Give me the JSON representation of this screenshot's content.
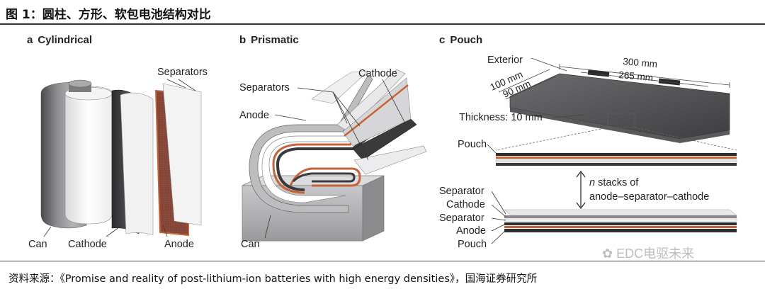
{
  "figure_title": "图 1：圆柱、方形、软包电池结构对比",
  "panels": {
    "a": {
      "letter": "a",
      "title": "Cylindrical",
      "labels": {
        "separators": "Separators",
        "can": "Can",
        "cathode": "Cathode",
        "anode": "Anode"
      }
    },
    "b": {
      "letter": "b",
      "title": "Prismatic",
      "labels": {
        "cathode": "Cathode",
        "separators": "Separators",
        "anode": "Anode",
        "can": "Can"
      }
    },
    "c": {
      "letter": "c",
      "title": "Pouch",
      "labels": {
        "exterior": "Exterior",
        "dim_300": "300 mm",
        "dim_265": "265 mm",
        "dim_100": "100 mm",
        "dim_90": "90 mm",
        "thickness": "Thickness: 10 mm",
        "pouch_top": "Pouch",
        "n_stacks_italic": "n",
        "n_stacks_rest": "stacks of",
        "stack_composition": "anode–separator–cathode",
        "separator_1": "Separator",
        "cathode": "Cathode",
        "separator_2": "Separator",
        "anode": "Anode",
        "pouch_bottom": "Pouch"
      }
    }
  },
  "source": "资料来源：《Promise and reality of post-lithium-ion batteries with high energy densities》，国海证券研究所",
  "watermark": "EDC电驱未来",
  "colors": {
    "gray_dark": "#3a3a3c",
    "gray_mid": "#8a8a8d",
    "gray_light": "#e6e6e8",
    "copper": "#c5633b",
    "anode_dark": "#2d2d2f"
  }
}
